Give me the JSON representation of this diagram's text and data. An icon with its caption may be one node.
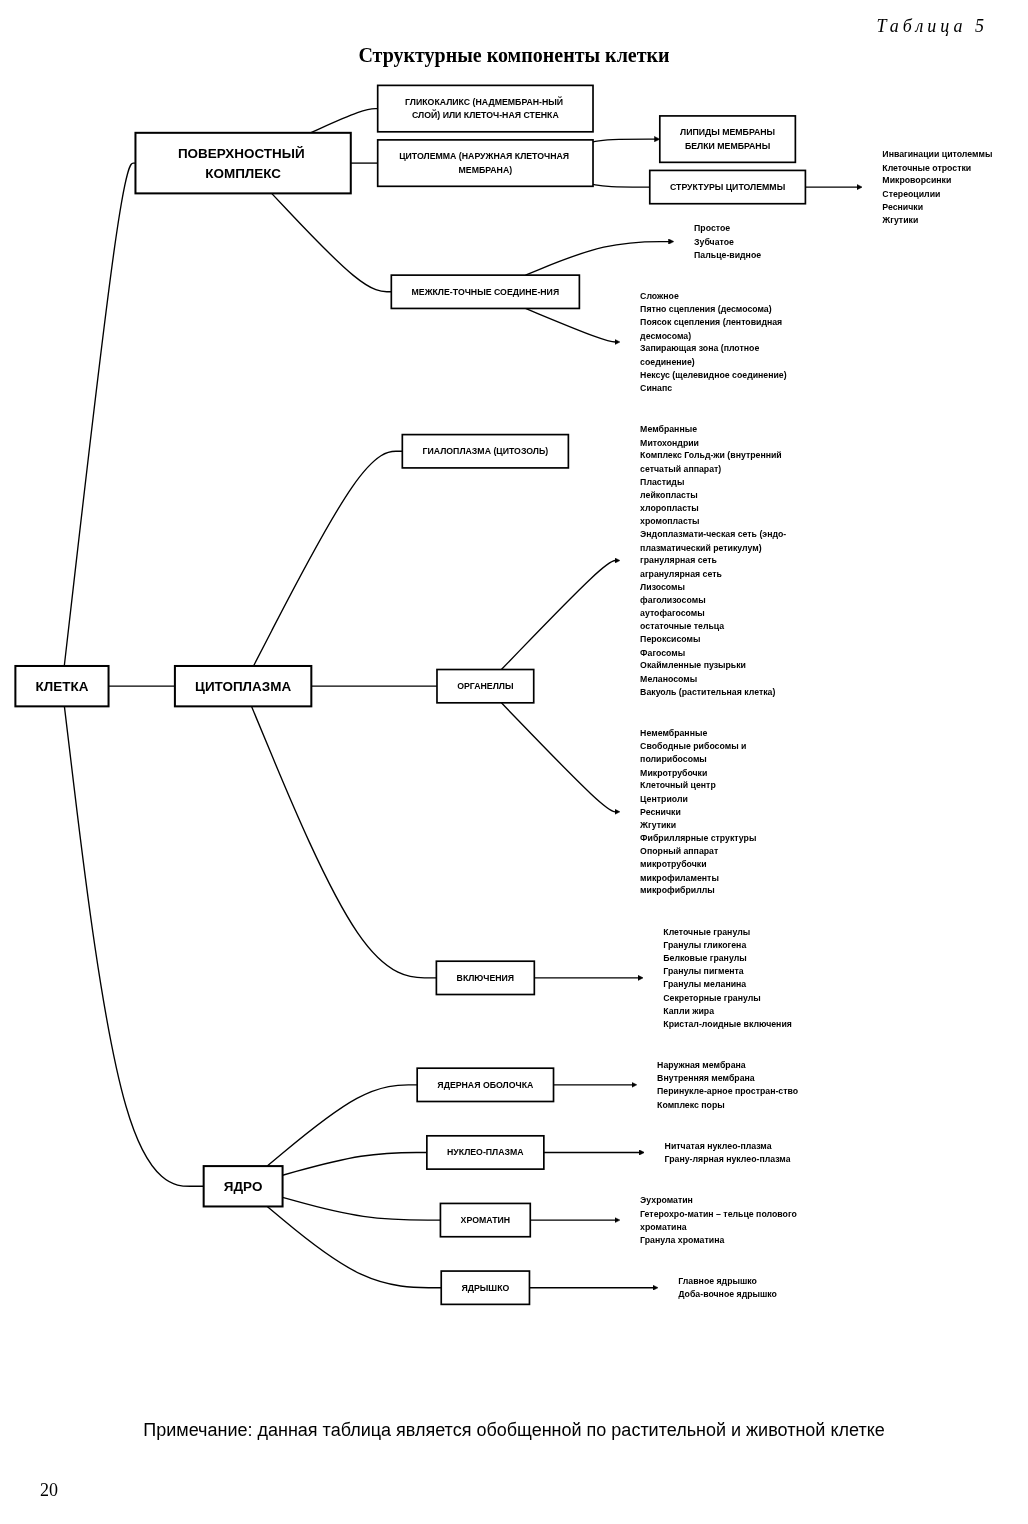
{
  "diagram": {
    "title": "Структурные компоненты клетки",
    "caption": "Примечание: данная таблица является обобщенной по растительной и животной клетке",
    "nodes": [
      {
        "text": [
          "КЛЕТКА"
        ]
      },
      {
        "text": [
          "ПОВЕРХНОСТНЫЙ КОМПЛЕКС"
        ]
      },
      {
        "text": [
          "ЦИТОПЛАЗМА"
        ]
      },
      {
        "text": [
          "ЯДРО"
        ]
      },
      {
        "text": [
          "ГЛИКОКАЛИКС (НАДМЕМБРАН-НЫЙ СЛОЙ) ИЛИ КЛЕТОЧ-НАЯ СТЕНКА"
        ]
      },
      {
        "text": [
          "ЦИТОЛЕММА (НАРУЖНАЯ КЛЕТОЧНАЯ МЕМБРАНА)"
        ]
      },
      {
        "text": [
          "МЕЖКЛЕ-ТОЧНЫЕ СОЕДИНЕ-НИЯ"
        ]
      },
      {
        "text": [
          "ГИАЛОПЛАЗМА (ЦИТОЗОЛЬ)"
        ]
      },
      {
        "text": [
          "ОРГАНЕЛЛЫ"
        ]
      },
      {
        "text": [
          "ВКЛЮЧЕНИЯ"
        ]
      },
      {
        "text": [
          "ЯДЕРНАЯ ОБОЛОЧКА"
        ]
      },
      {
        "text": [
          "НУКЛЕО-ПЛАЗМА"
        ]
      },
      {
        "text": [
          "ХРОМАТИН"
        ]
      },
      {
        "text": [
          "ЯДРЫШКО"
        ]
      },
      {
        "text": [
          "ЛИПИДЫ МЕМБРАНЫ",
          "БЕЛКИ МЕМБРАНЫ"
        ]
      },
      {
        "text": [
          "СТРУКТУРЫ ЦИТОЛЕММЫ"
        ]
      },
      {
        "text": [
          "Инвагинации цитолеммы",
          "Клеточные отростки",
          "Микроворсинки",
          "Стереоцилии",
          "Реснички",
          "Жгутики"
        ]
      },
      {
        "text": [
          "Простое",
          "Зубчатое",
          "Пальце-видное"
        ]
      },
      {
        "text": [
          "Сложное",
          "Пятно сцепления (десмосома)",
          "Поясок сцепления (лентовидная десмосома)",
          "Запирающая зона (плотное соединение)",
          "Нексус (щелевидное соединение)",
          "Синапс"
        ]
      },
      {
        "text": [
          "Мембранные",
          "Митохондрии",
          "Комплекс Гольд-жи (внутренний сетчатый аппарат)",
          "Пластиды",
          "лейкопласты",
          "хлоропласты",
          "хромопласты",
          "Эндоплазмати-ческая сеть (эндо-плазматический ретикулум)",
          "гранулярная сеть",
          "агранулярная сеть",
          "Лизосомы",
          "фаголизосомы",
          "аутофагосомы",
          "остаточные тельца",
          "Пероксисомы",
          "Фагосомы",
          "Окаймленные пузырьки",
          "Меланосомы",
          "Вакуоль (растительная клетка)"
        ]
      },
      {
        "text": [
          "Немембранные",
          "Свободные рибосомы и полирибосомы",
          "Микротрубочки",
          "Клеточный центр",
          "Центриоли",
          "Реснички",
          "Жгутики",
          "Фибриллярные структуры",
          "Опорный аппарат",
          "микротрубочки",
          "микрофиламенты",
          "микрофибриллы"
        ]
      },
      {
        "text": [
          "Клеточные гранулы",
          "Гранулы гликогена",
          "Белковые гранулы",
          "Гранулы пигмента",
          "Гранулы меланина",
          "Секреторные гранулы",
          "Капли жира",
          "Кристал-лоидные включения"
        ]
      },
      {
        "text": [
          "Наружная мембрана",
          "Внутренняя мембрана",
          "Перинукле-арное простран-ство",
          "Комплекс поры"
        ]
      },
      {
        "text": [
          "Нитчатая нуклео-плазма",
          "Грану-лярная нуклео-плазма"
        ]
      },
      {
        "text": [
          "Эухроматин",
          "Гетерохро-матин – тельце полового хроматина",
          "Гранула хроматина"
        ]
      },
      {
        "text": [
          "Главное ядрышко",
          "Доба-вочное ядрышко"
        ]
      }
    ],
    "edges": [
      {
        "from": 0,
        "to": 1,
        "arrow": "none"
      },
      {
        "from": 0,
        "to": 2,
        "arrow": "none"
      },
      {
        "from": 0,
        "to": 3,
        "arrow": "none"
      },
      {
        "from": 1,
        "to": 4,
        "arrow": "none"
      },
      {
        "from": 1,
        "to": 5,
        "arrow": "none"
      },
      {
        "from": 1,
        "to": 6,
        "arrow": "none"
      },
      {
        "from": 2,
        "to": 7,
        "arrow": "none"
      },
      {
        "from": 2,
        "to": 8,
        "arrow": "none"
      },
      {
        "from": 2,
        "to": 9,
        "arrow": "none"
      },
      {
        "from": 3,
        "to": 10,
        "arrow": "none"
      },
      {
        "from": 3,
        "to": 11,
        "arrow": "none"
      },
      {
        "from": 3,
        "to": 12,
        "arrow": "none"
      },
      {
        "from": 3,
        "to": 13,
        "arrow": "none"
      },
      {
        "from": 5,
        "to": 14,
        "arrow": "to"
      },
      {
        "from": 5,
        "to": 15,
        "arrow": "none"
      },
      {
        "from": 15,
        "to": 16,
        "arrow": "to"
      },
      {
        "from": 6,
        "to": 17,
        "arrow": "to"
      },
      {
        "from": 6,
        "to": 18,
        "arrow": "to"
      },
      {
        "from": 8,
        "to": 19,
        "arrow": "to"
      },
      {
        "from": 8,
        "to": 20,
        "arrow": "to"
      },
      {
        "from": 9,
        "to": 21,
        "arrow": "to"
      },
      {
        "from": 10,
        "to": 22,
        "arrow": "to"
      },
      {
        "from": 11,
        "to": 23,
        "arrow": "to"
      },
      {
        "from": 12,
        "to": 24,
        "arrow": "to"
      },
      {
        "from": 13,
        "to": 25,
        "arrow": "to"
      }
    ],
    "labels": [
      "Таблица 5",
      "20"
    ]
  }
}
